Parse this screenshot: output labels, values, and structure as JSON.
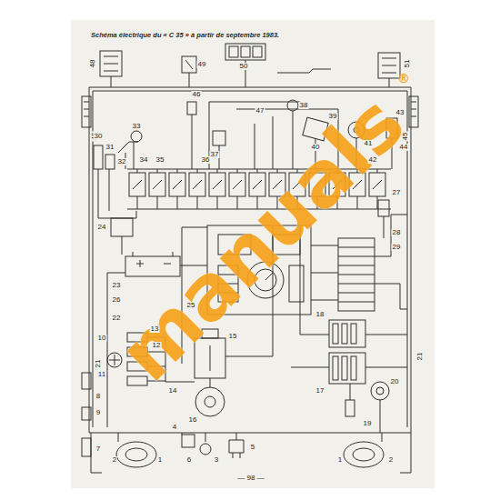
{
  "diagram": {
    "title": "Schéma électrique du « C 35 » à partir de septembre 1983.",
    "labels": [
      "48",
      "49",
      "50",
      "51",
      "45",
      "45",
      "46",
      "47",
      "38",
      "39",
      "40",
      "41",
      "43",
      "44",
      "37",
      "30",
      "31",
      "32",
      "33",
      "34",
      "35",
      "36",
      "42",
      "27",
      "28",
      "29",
      "24",
      "23",
      "26",
      "22",
      "25",
      "10",
      "13",
      "12",
      "11",
      "14",
      "15",
      "16",
      "18",
      "17",
      "20",
      "19",
      "21",
      "21",
      "9",
      "8",
      "7",
      "6",
      "4",
      "3",
      "5",
      "2",
      "1",
      "1",
      "2",
      "— 98 —",
      "manuals",
      "®"
    ]
  }
}
